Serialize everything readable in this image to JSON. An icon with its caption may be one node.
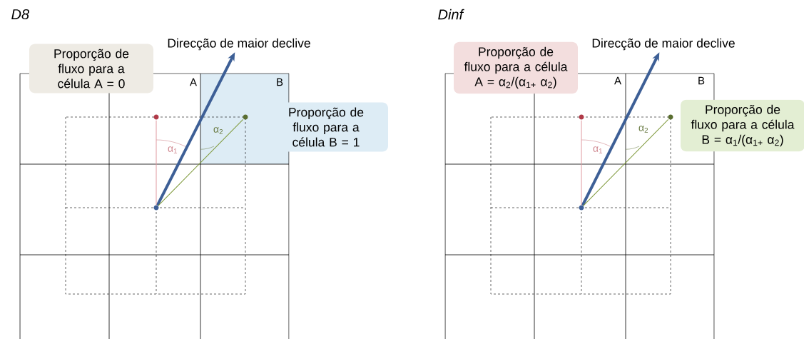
{
  "diagram": {
    "nodes": [
      {
        "text": [
          "Proporção de fluxo para a célula A = 0"
        ]
      },
      {
        "text": [
          "Proporção de fluxo para a célula B = 1"
        ]
      },
      {
        "text": [
          "Direcção de maior declive"
        ]
      },
      {
        "text": [],
        "shape": "circle"
      },
      {
        "text": [],
        "shape": "circle"
      },
      {
        "text": [],
        "shape": "circle"
      },
      {
        "text": [
          "Proporção de fluxo para a célula A = α$_{2}$/(α$_{1+}$ α$_{2}$)"
        ]
      },
      {
        "text": [
          "Proporção de fluxo para a célula B = α$_{1}$/(α$_{1+}$ α$_{2}$)"
        ]
      },
      {
        "text": [
          "Direcção de maior declive"
        ]
      },
      {
        "text": [],
        "shape": "circle"
      },
      {
        "text": [],
        "shape": "circle"
      },
      {
        "text": [],
        "shape": "circle"
      }
    ],
    "edges": [
      {
        "from": 3,
        "to": 2,
        "arrow": "to",
        "style": "thick",
        "color": "#3d5f96"
      },
      {
        "from": 3,
        "to": 4,
        "arrow": "none",
        "color": "#e09aa0"
      },
      {
        "from": 3,
        "to": 5,
        "arrow": "none",
        "color": "#7f9a3c"
      },
      {
        "from": 9,
        "to": 8,
        "arrow": "to",
        "style": "thick",
        "color": "#3d5f96"
      },
      {
        "from": 9,
        "to": 10,
        "arrow": "none",
        "color": "#e09aa0"
      },
      {
        "from": 9,
        "to": 11,
        "arrow": "none",
        "color": "#7f9a3c"
      }
    ],
    "labels": [
      "D8",
      "A",
      "B",
      "α$_{1}$",
      "α$_{2}$",
      "Dinf",
      "A",
      "B",
      "α$_{1}$",
      "α$_{2}$"
    ]
  }
}
